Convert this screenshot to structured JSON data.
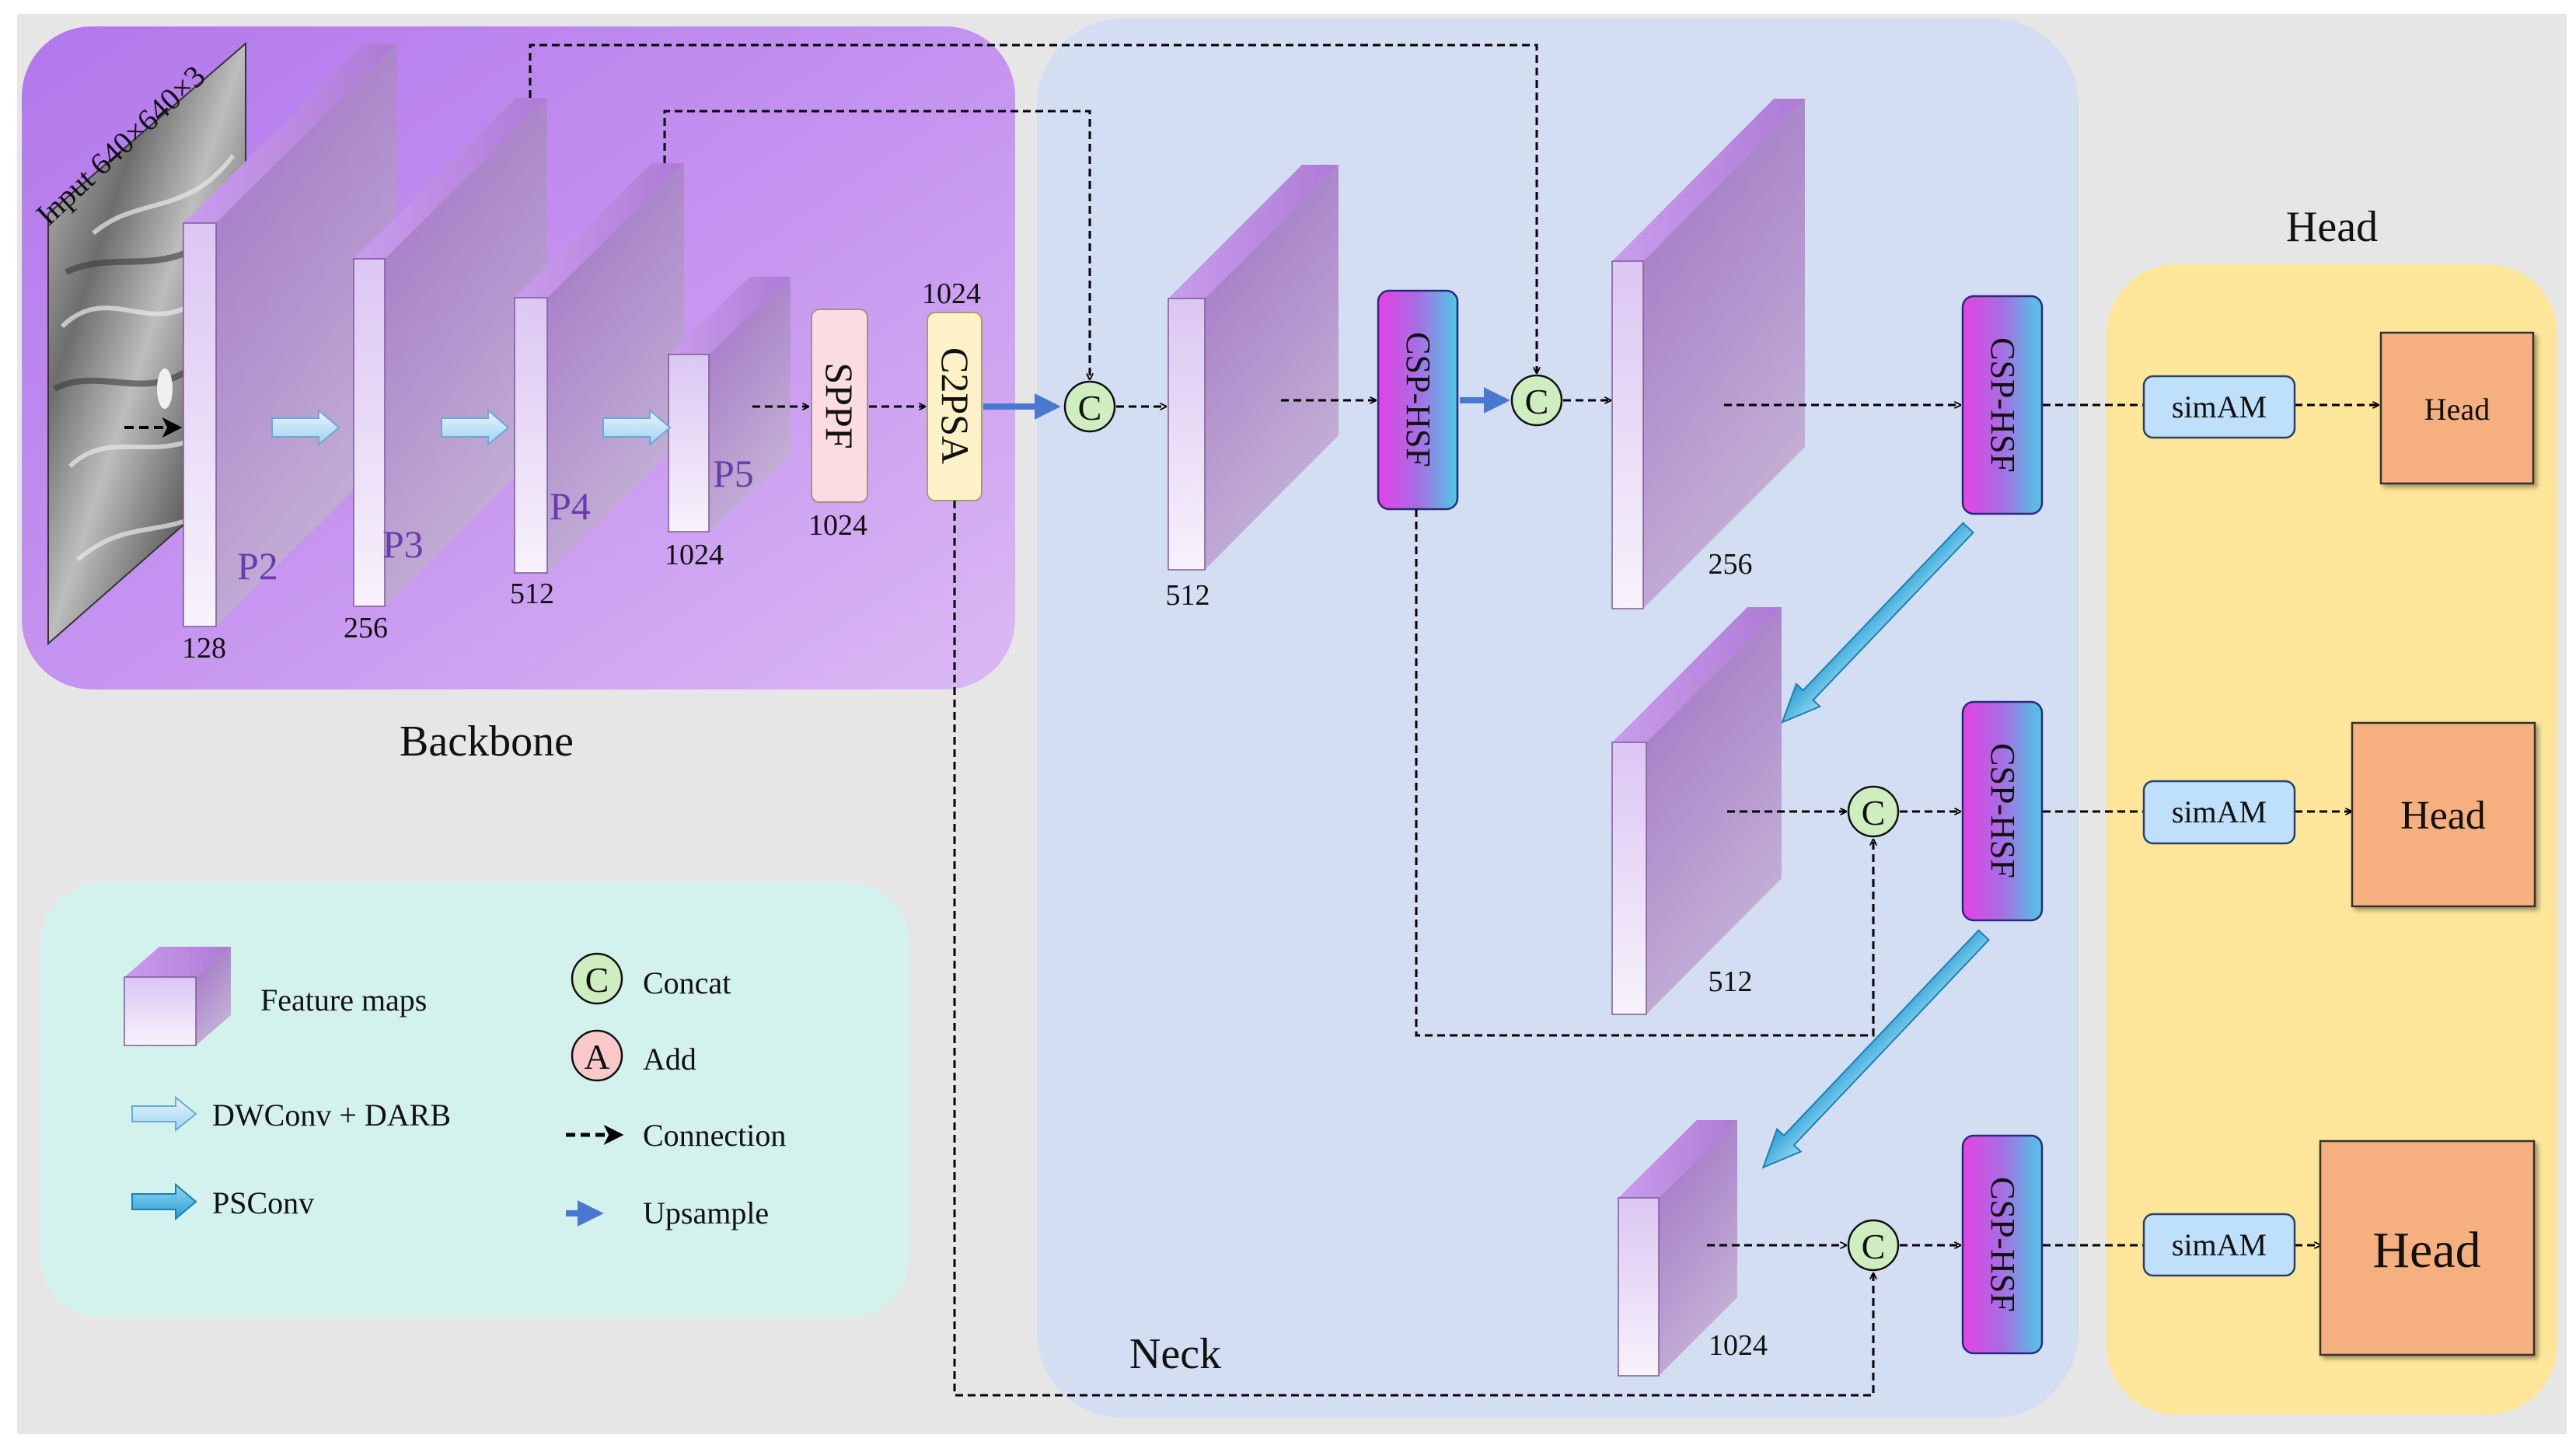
{
  "input": {
    "label": "Input 640×640×3"
  },
  "backbone": {
    "title": "Backbone",
    "stages": [
      {
        "name": "P2",
        "channels": "128"
      },
      {
        "name": "P3",
        "channels": "256"
      },
      {
        "name": "P4",
        "channels": "512"
      },
      {
        "name": "P5",
        "channels": "1024"
      }
    ],
    "sppf": {
      "label": "SPPF",
      "channels": "1024"
    },
    "c2psa": {
      "label": "C2PSA",
      "channels": "1024"
    }
  },
  "neck": {
    "title": "Neck",
    "concat_symbol": "C",
    "maps": [
      "512",
      "256",
      "512",
      "1024"
    ],
    "block_label": "CSP-HSF"
  },
  "head": {
    "title": "Head",
    "attention_label": "simAM",
    "outputs": [
      "Head",
      "Head",
      "Head"
    ]
  },
  "legend": {
    "items": [
      {
        "symbol": "cube",
        "label": "Feature maps"
      },
      {
        "symbol": "light-arrow",
        "label": "DWConv + DARB"
      },
      {
        "symbol": "dark-arrow",
        "label": "PSConv"
      },
      {
        "symbol": "C",
        "label": "Concat",
        "color": "#cfeec0"
      },
      {
        "symbol": "A",
        "label": "Add",
        "color": "#f9c9c9"
      },
      {
        "symbol": "dashed-arrow",
        "label": "Connection"
      },
      {
        "symbol": "blue-arrow",
        "label": "Upsample"
      }
    ]
  },
  "colors": {
    "backbone_bg": "#c58ef0",
    "neck_bg": "#d4def2",
    "head_bg": "#fde69a",
    "legend_bg": "#d3f2ee",
    "page_bg": "#e6e6e6",
    "csp_gradient": [
      "#e542e6",
      "#4ec8e6"
    ],
    "head_box": "#f6b07f",
    "simam_box": "#bfe0fb",
    "upsample_arrow": "#4a78d0",
    "psconv_arrow": "#3fb5e2"
  }
}
